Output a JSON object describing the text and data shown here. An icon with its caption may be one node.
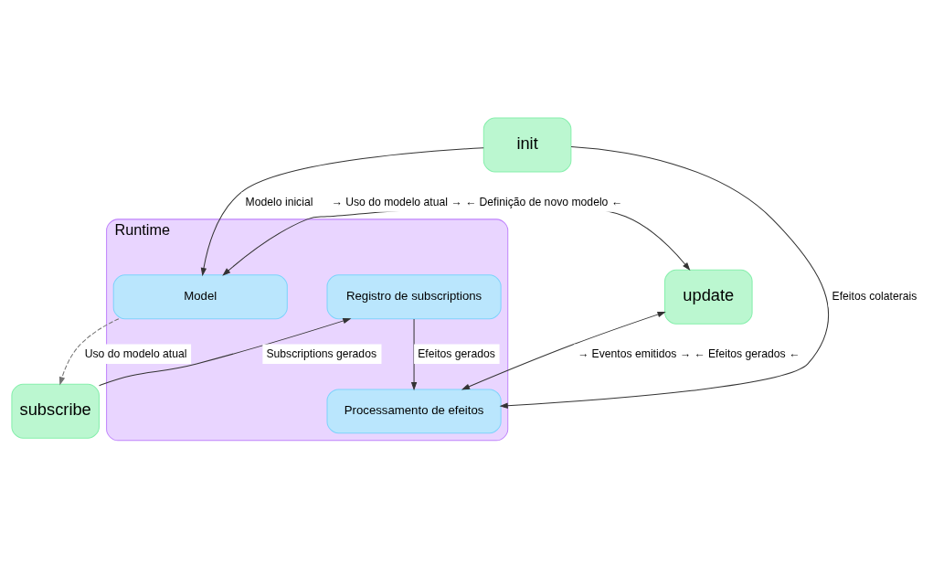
{
  "diagram": {
    "nodes": [
      {
        "text": [
          "init"
        ]
      },
      {
        "text": [
          "Runtime"
        ]
      },
      {
        "text": [
          "Model"
        ],
        "in": 1
      },
      {
        "text": [
          "Processamento de efeitos"
        ],
        "in": 1
      },
      {
        "text": [
          "Registro de subscriptions"
        ],
        "in": 1
      },
      {
        "text": [
          "update"
        ]
      },
      {
        "text": [
          "subscribe"
        ]
      }
    ],
    "edges": [
      {
        "from": 0,
        "to": 2,
        "arrow": "to",
        "label": "Modelo inicial"
      },
      {
        "from": 2,
        "to": 5,
        "arrow": "both",
        "label": "→ Uso do modelo atual → ← Definição de novo modelo ←"
      },
      {
        "from": 0,
        "to": 3,
        "arrow": "to",
        "label": "Efeitos colaterais"
      },
      {
        "from": 5,
        "to": 3,
        "arrow": "both",
        "label": "→ Eventos emitidos → ← Efeitos gerados ←"
      },
      {
        "from": 4,
        "to": 3,
        "arrow": "to",
        "label": "Efeitos gerados"
      },
      {
        "from": 6,
        "to": 4,
        "arrow": "to",
        "label": "Subscriptions gerados"
      },
      {
        "from": 2,
        "to": 6,
        "arrow": "to",
        "label": "Uso do modelo atual",
        "style": "dashed",
        "color": "#737373"
      }
    ]
  }
}
